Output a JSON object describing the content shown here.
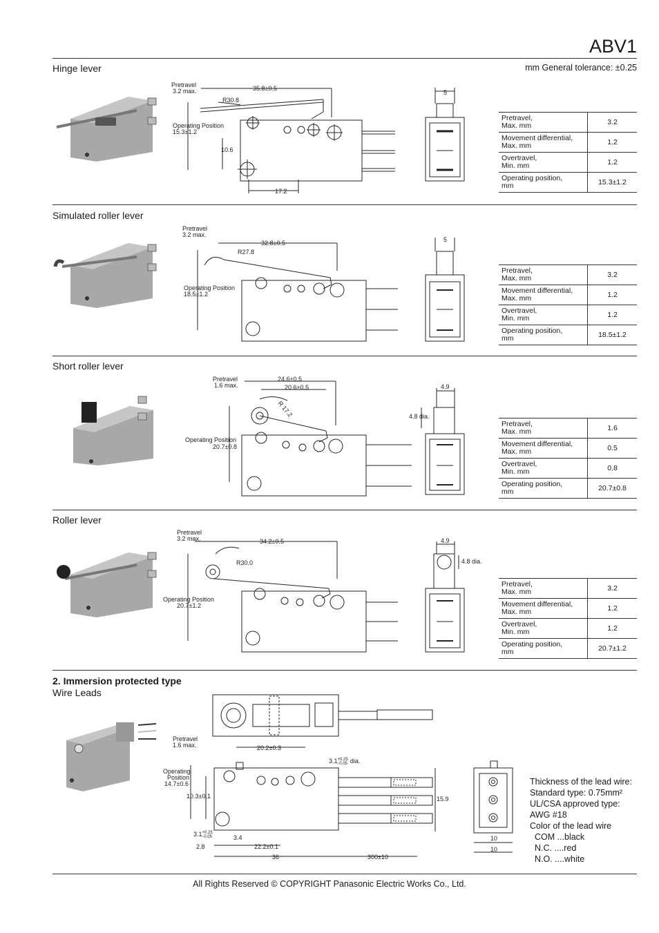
{
  "header": {
    "title": "ABV1",
    "tolerance": "mm General tolerance: ±0.25"
  },
  "sections": [
    {
      "title": "Hinge lever",
      "labels": {
        "pretravel": "Pretravel",
        "pretravel_val": "3.2 max.",
        "length": "35.8±0.5",
        "radius": "R30.8",
        "op_pos": "Operating Position",
        "op_pos_val": "15.3±1.2",
        "height": "10.6",
        "bottom": "17.2",
        "width": "5"
      },
      "specs": [
        {
          "l1": "Pretravel,",
          "l2": "Max. mm",
          "v": "3.2"
        },
        {
          "l1": "Movement differential,",
          "l2": "Max. mm",
          "v": "1.2"
        },
        {
          "l1": "Overtravel,",
          "l2": "Min. mm",
          "v": "1.2"
        },
        {
          "l1": "Operating position,",
          "l2": "mm",
          "v": "15.3±1.2"
        }
      ]
    },
    {
      "title": "Simulated roller lever",
      "labels": {
        "pretravel": "Pretravel",
        "pretravel_val": "3.2 max.",
        "length": "32.8±0.5",
        "radius": "R27.8",
        "op_pos": "Operating Position",
        "op_pos_val": "18.5±1.2",
        "width": "5"
      },
      "specs": [
        {
          "l1": "Pretravel,",
          "l2": "Max. mm",
          "v": "3.2"
        },
        {
          "l1": "Movement differential,",
          "l2": "Max. mm",
          "v": "1.2"
        },
        {
          "l1": "Overtravel,",
          "l2": "Min. mm",
          "v": "1.2"
        },
        {
          "l1": "Operating position,",
          "l2": "mm",
          "v": "18.5±1.2"
        }
      ]
    },
    {
      "title": "Short roller lever",
      "labels": {
        "pretravel": "Pretravel",
        "pretravel_val": "1.6 max.",
        "length": "24.6±0.5",
        "length2": "20.6±0.5",
        "radius": "R 17.2",
        "op_pos": "Operating Position",
        "op_pos_val": "20.7±0.8",
        "width": "4.9",
        "dia": "4.8 dia."
      },
      "specs": [
        {
          "l1": "Pretravel,",
          "l2": "Max. mm",
          "v": "1.6"
        },
        {
          "l1": "Movement differential,",
          "l2": "Max. mm",
          "v": "0.5"
        },
        {
          "l1": "Overtravel,",
          "l2": "Min. mm",
          "v": "0.8"
        },
        {
          "l1": "Operating position,",
          "l2": "mm",
          "v": "20.7±0.8"
        }
      ]
    },
    {
      "title": "Roller lever",
      "labels": {
        "pretravel": "Pretravel",
        "pretravel_val": "3.2 max.",
        "length": "34.2±0.5",
        "radius": "R30.0",
        "op_pos": "Operating Position",
        "op_pos_val": "20.7±1.2",
        "width": "4.9",
        "dia": "4.8 dia."
      },
      "specs": [
        {
          "l1": "Pretravel,",
          "l2": "Max. mm",
          "v": "3.2"
        },
        {
          "l1": "Movement differential,",
          "l2": "Max. mm",
          "v": "1.2"
        },
        {
          "l1": "Overtravel,",
          "l2": "Min. mm",
          "v": "1.2"
        },
        {
          "l1": "Operating position,",
          "l2": "mm",
          "v": "20.7±1.2"
        }
      ]
    }
  ],
  "immersion": {
    "title": "2. Immersion protected type",
    "subtitle": "Wire Leads",
    "labels": {
      "pretravel": "Pretravel",
      "pretravel_val": "1.6 max.",
      "len1": "20.2±0.3",
      "hole": "3.1",
      "hole_tol_top": "+0.25",
      "hole_tol_bot": "−0.05",
      "hole_suffix": "dia.",
      "op_pos1": "Operating",
      "op_pos2": "Position",
      "op_pos_val": "14.7±0.6",
      "h1": "10.3±0.1",
      "small": "3.1",
      "small_tol_top": "+0.25",
      "small_tol_bot": "−0.05",
      "d34": "3.4",
      "d28": "2.8",
      "d222": "22.2±0.1",
      "d36": "36",
      "d300": "300±10",
      "d159": "15.9",
      "w10a": "10",
      "w10b": "10"
    },
    "notes": [
      "Thickness of the lead wire:",
      "Standard type: 0.75mm²",
      "UL/CSA approved type:",
      "AWG #18",
      "Color of the lead wire",
      "  COM ...black",
      "  N.C. ....red",
      "  N.O. ....white"
    ]
  },
  "footer": "All Rights Reserved © COPYRIGHT Panasonic Electric Works Co., Ltd."
}
